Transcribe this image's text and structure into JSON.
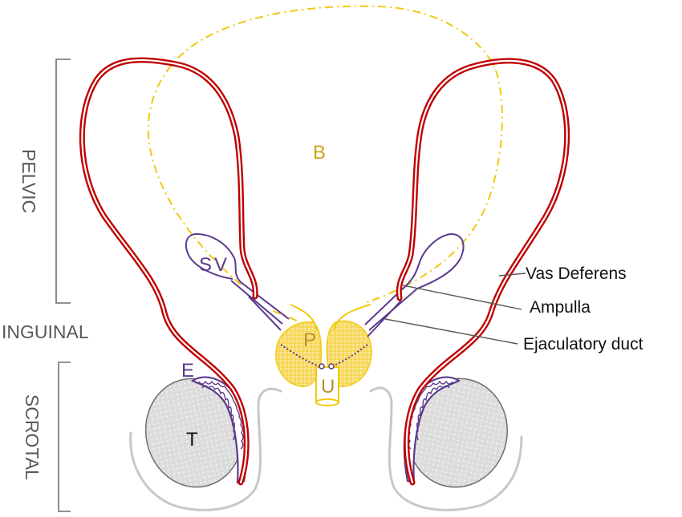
{
  "figure": {
    "type": "anatomical-diagram",
    "subject": "Male reproductive tract (vas deferens course)"
  },
  "regions": [
    {
      "id": "pelvic",
      "label": "PELVIC"
    },
    {
      "id": "inguinal",
      "label": "INGUINAL"
    },
    {
      "id": "scrotal",
      "label": "SCROTAL"
    }
  ],
  "organ_labels": {
    "bladder": "B",
    "seminal_vesicle": "SV",
    "prostate": "P",
    "urethra": "U",
    "epididymis": "E",
    "testis": "T"
  },
  "callouts": [
    {
      "id": "vas-deferens",
      "label": "Vas Deferens"
    },
    {
      "id": "ampulla",
      "label": "Ampulla"
    },
    {
      "id": "ejaculatory-duct",
      "label": "Ejaculatory duct"
    }
  ],
  "colors": {
    "vas_deferens": "#c00000",
    "bladder_prostate": "#f2c811",
    "bladder_label": "#d4a017",
    "prostate_label": "#b8902c",
    "purple_structures": "#5b3a8c",
    "testis_fill": "#e3e3e3",
    "scrotum": "#c8c8c8",
    "region_text": "#595959",
    "callout_text": "#111111"
  }
}
